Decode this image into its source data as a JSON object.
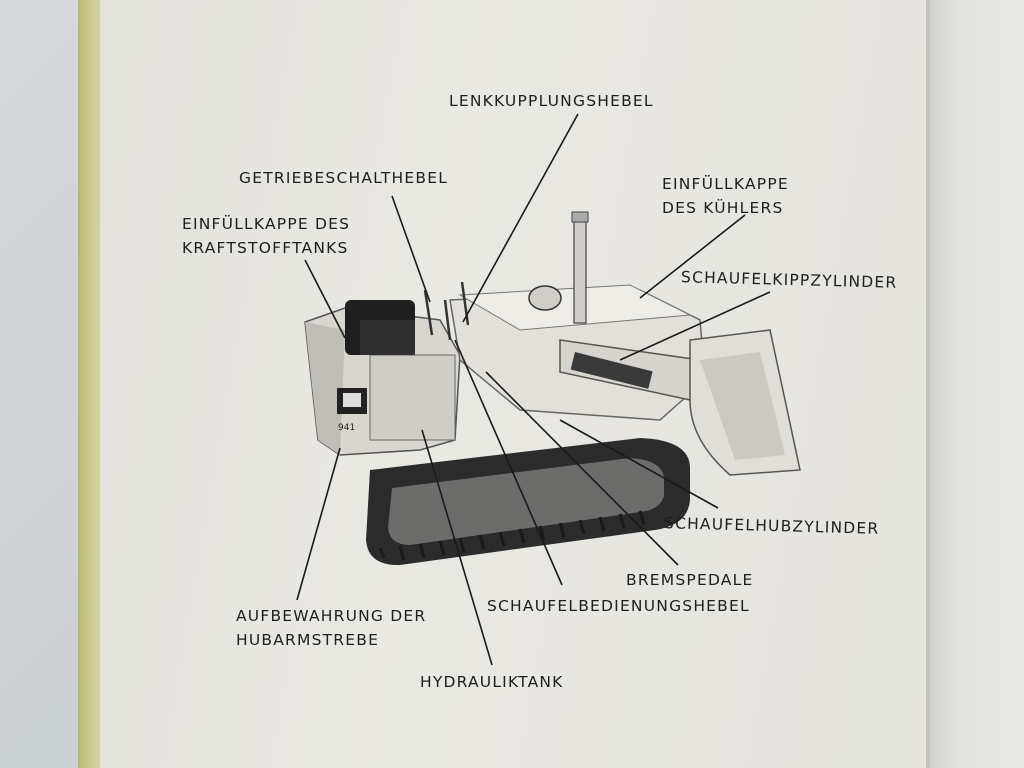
{
  "diagram": {
    "labels": {
      "lenkkupplungshebel": "LENKKUPPLUNGSHEBEL",
      "getriebeschalthebel": "GETRIEBESCHALTHEBEL",
      "einfuellkappe_kuehler_1": "EINFÜLLKAPPE",
      "einfuellkappe_kuehler_2": "DES KÜHLERS",
      "einfuellkappe_tank_1": "EINFÜLLKAPPE DES",
      "einfuellkappe_tank_2": "KRAFTSTOFFTANKS",
      "schaufelkippzylinder": "SCHAUFELKIPPZYLINDER",
      "schaufelhubzylinder": "SCHAUFELHUBZYLINDER",
      "bremspedale": "BREMSPEDALE",
      "schaufelbedienungshebel": "SCHAUFELBEDIENUNGSHEBEL",
      "aufbewahrung_1": "AUFBEWAHRUNG DER",
      "aufbewahrung_2": "HUBARMSTREBE",
      "hydrauliktank": "HYDRAULIKTANK"
    },
    "machine": {
      "badge_text": "941",
      "logo_icon": "caterpillar-logo-icon"
    }
  }
}
